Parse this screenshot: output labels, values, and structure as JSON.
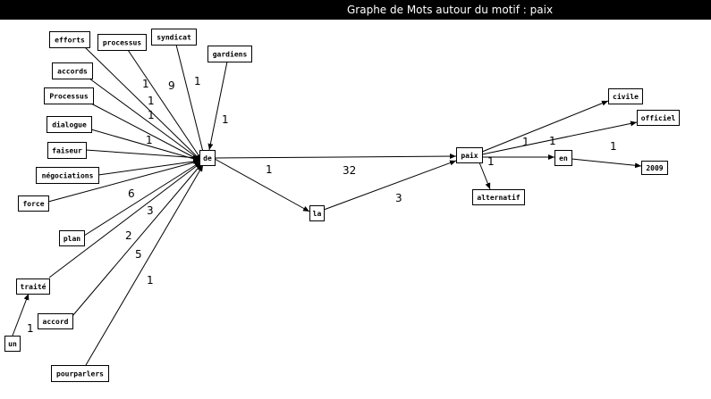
{
  "title": "Graphe de Mots autour du motif : paix",
  "nodes": [
    {
      "id": "efforts",
      "label": "efforts"
    },
    {
      "id": "processus",
      "label": "processus"
    },
    {
      "id": "syndicat",
      "label": "syndicat"
    },
    {
      "id": "gardiens",
      "label": "gardiens"
    },
    {
      "id": "accords",
      "label": "accords"
    },
    {
      "id": "Processus",
      "label": "Processus"
    },
    {
      "id": "dialogue",
      "label": "dialogue"
    },
    {
      "id": "faiseur",
      "label": "faiseur"
    },
    {
      "id": "negociations",
      "label": "négociations"
    },
    {
      "id": "force",
      "label": "force"
    },
    {
      "id": "plan",
      "label": "plan"
    },
    {
      "id": "traite",
      "label": "traité"
    },
    {
      "id": "un",
      "label": "un"
    },
    {
      "id": "accord",
      "label": "accord"
    },
    {
      "id": "pourparlers",
      "label": "pourparlers"
    },
    {
      "id": "de",
      "label": "de"
    },
    {
      "id": "la",
      "label": "la"
    },
    {
      "id": "paix",
      "label": "paix"
    },
    {
      "id": "alternatif",
      "label": "alternatif"
    },
    {
      "id": "en",
      "label": "en"
    },
    {
      "id": "civile",
      "label": "civile"
    },
    {
      "id": "officiel",
      "label": "officiel"
    },
    {
      "id": "2009",
      "label": "2009"
    }
  ],
  "edges": [
    {
      "from": "efforts",
      "to": "de",
      "label": "1"
    },
    {
      "from": "processus",
      "to": "de",
      "label": "9"
    },
    {
      "from": "syndicat",
      "to": "de",
      "label": "1"
    },
    {
      "from": "gardiens",
      "to": "de",
      "label": "1"
    },
    {
      "from": "accords",
      "to": "de",
      "label": "1"
    },
    {
      "from": "Processus",
      "to": "de",
      "label": "1"
    },
    {
      "from": "dialogue",
      "to": "de",
      "label": "1"
    },
    {
      "from": "faiseur",
      "to": "de",
      "label": ""
    },
    {
      "from": "negociations",
      "to": "de",
      "label": ""
    },
    {
      "from": "force",
      "to": "de",
      "label": "6"
    },
    {
      "from": "plan",
      "to": "de",
      "label": "3"
    },
    {
      "from": "traite",
      "to": "de",
      "label": "2"
    },
    {
      "from": "un",
      "to": "traite",
      "label": "1"
    },
    {
      "from": "accord",
      "to": "de",
      "label": "5"
    },
    {
      "from": "pourparlers",
      "to": "de",
      "label": "1"
    },
    {
      "from": "de",
      "to": "la",
      "label": "1"
    },
    {
      "from": "de",
      "to": "paix",
      "label": "32"
    },
    {
      "from": "la",
      "to": "paix",
      "label": "3"
    },
    {
      "from": "paix",
      "to": "alternatif",
      "label": "1"
    },
    {
      "from": "paix",
      "to": "civile",
      "label": "1"
    },
    {
      "from": "paix",
      "to": "officiel",
      "label": "1"
    },
    {
      "from": "paix",
      "to": "en",
      "label": "1"
    },
    {
      "from": "en",
      "to": "2009",
      "label": "1"
    }
  ]
}
